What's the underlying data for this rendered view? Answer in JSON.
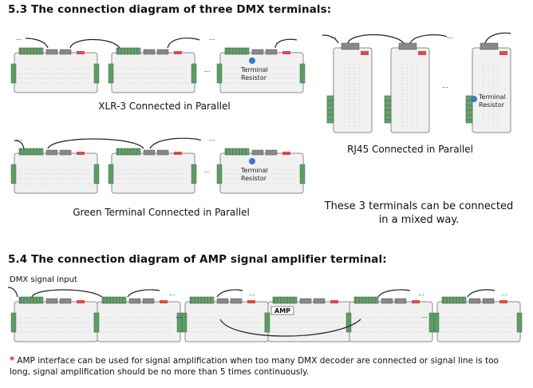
{
  "section_53": {
    "title": "5.3 The connection diagram of three DMX terminals:",
    "caption_xlr": "XLR-3 Connected in Parallel",
    "caption_rj45": "RJ45 Connected in Parallel",
    "caption_green": "Green Terminal Connected in Parallel",
    "mixed_note": "These 3 terminals can be connected in a mixed way.",
    "terminal_resistor_line1": "Terminal",
    "terminal_resistor_line2": "Resistor",
    "ellipsis": "..."
  },
  "section_54": {
    "title": "5.4 The connection diagram of AMP signal amplifier terminal:",
    "dmx_input_label": "DMX signal input",
    "amp_label": "AMP",
    "note_marker": "*",
    "note": "AMP interface can be used for signal amplification when too many DMX decoder are connected or signal line is too long, signal amplification should be no more than 5 times continuously."
  },
  "colors": {
    "device_body": "#f1f1f1",
    "device_outline": "#8a8a8a",
    "terminal_green": "#4f9a5a",
    "indicator_red": "#d94b4b",
    "cable": "#222222",
    "resistor_blue": "#3a7cc2",
    "note_star": "#e0202a"
  }
}
